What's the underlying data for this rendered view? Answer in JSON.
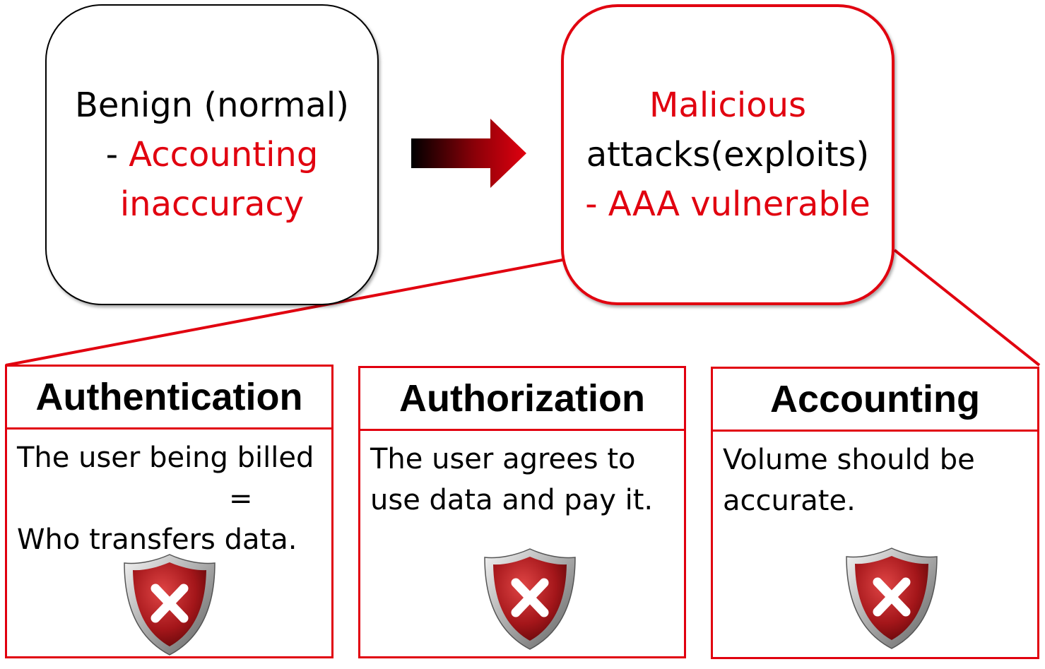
{
  "benign": {
    "line1": "Benign (normal)",
    "dash": "- ",
    "line2": "Accounting",
    "line3": "inaccuracy"
  },
  "malicious": {
    "line1": "Malicious",
    "line2": "attacks(exploits)",
    "line3": "- AAA vulnerable"
  },
  "panels": [
    {
      "title": "Authentication",
      "lines": [
        "The user being billed",
        "=",
        "Who transfers data."
      ]
    },
    {
      "title": "Authorization",
      "lines": [
        "The user agrees to",
        "use data and pay it."
      ]
    },
    {
      "title": "Accounting",
      "lines": [
        "Volume should be",
        "accurate."
      ]
    }
  ],
  "colors": {
    "accent_red": "#e1000f",
    "text": "#000000"
  },
  "icons": {
    "arrow": "gradient-arrow-icon",
    "shield": "shield-x-icon"
  }
}
